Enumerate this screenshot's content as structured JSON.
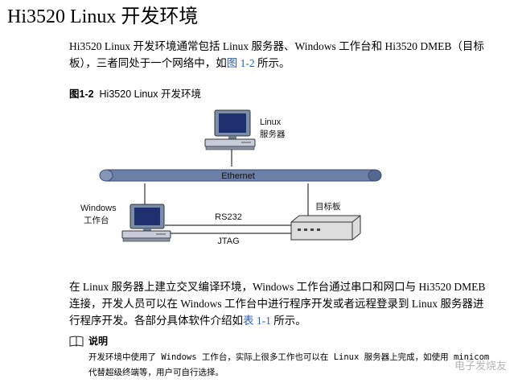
{
  "page_title": "Hi3520 Linux 开发环境",
  "intro": {
    "text_before": "Hi3520 Linux 开发环境通常包括 Linux 服务器、Windows 工作台和 Hi3520 DMEB（目标板），三者同处于一个网络中，如",
    "link": "图 1-2",
    "text_after": " 所示。"
  },
  "figure": {
    "number": "图1-2",
    "title": "Hi3520 Linux 开发环境",
    "labels": {
      "linux_line1": "Linux",
      "linux_line2": "服务器",
      "ethernet": "Ethernet",
      "windows_line1": "Windows",
      "windows_line2": "工作台",
      "target": "目标板",
      "rs232": "RS232",
      "jtag": "JTAG"
    },
    "colors": {
      "bus": "#6b7fa8",
      "monitor": "#7a8ea8",
      "screen": "#1f3070",
      "board": "#dcdcdc"
    }
  },
  "body": {
    "text_before": "在 Linux 服务器上建立交叉编译环境，Windows 工作台通过串口和网口与 Hi3520 DMEB 连接，开发人员可以在 Windows 工作台中进行程序开发或者远程登录到 Linux 服务器进行程序开发。各部分具体软件介绍如",
    "link": "表 1-1",
    "text_after": " 所示。"
  },
  "note": {
    "icon": "book-icon",
    "label": "说明",
    "text": "开发环境中使用了 Windows 工作台，实际上很多工作也可以在 Linux 服务器上完成，如使用 minicom 代替超级终端等，用户可自行选择。"
  },
  "watermark": "电子发烧友"
}
